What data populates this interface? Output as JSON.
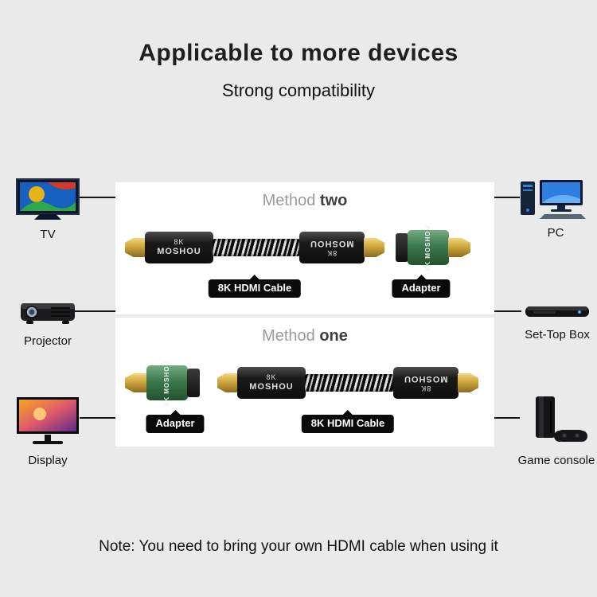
{
  "header": {
    "title": "Applicable to more devices",
    "subtitle": "Strong compatibility"
  },
  "note": "Note: You need to bring your own HDMI cable when using it",
  "brand": {
    "line1": "8K",
    "line2": "MOSHOU",
    "vertical": "8K MOSHOU"
  },
  "devices": {
    "left": [
      {
        "label": "TV"
      },
      {
        "label": "Projector"
      },
      {
        "label": "Display"
      }
    ],
    "right": [
      {
        "label": "PC"
      },
      {
        "label": "Set-Top Box"
      },
      {
        "label": "Game console"
      }
    ]
  },
  "methods": [
    {
      "prefix": "Method ",
      "emph": "two",
      "cable_label": "8K HDMI Cable",
      "adapter_label": "Adapter"
    },
    {
      "prefix": "Method ",
      "emph": "one",
      "cable_label": "8K HDMI Cable",
      "adapter_label": "Adapter"
    }
  ],
  "colors": {
    "background": "#eaeaea",
    "panel": "#ffffff",
    "pill": "#0a0a0a",
    "adapter_green": "#3c7a4d",
    "plug_gold": "#cfa73e"
  }
}
